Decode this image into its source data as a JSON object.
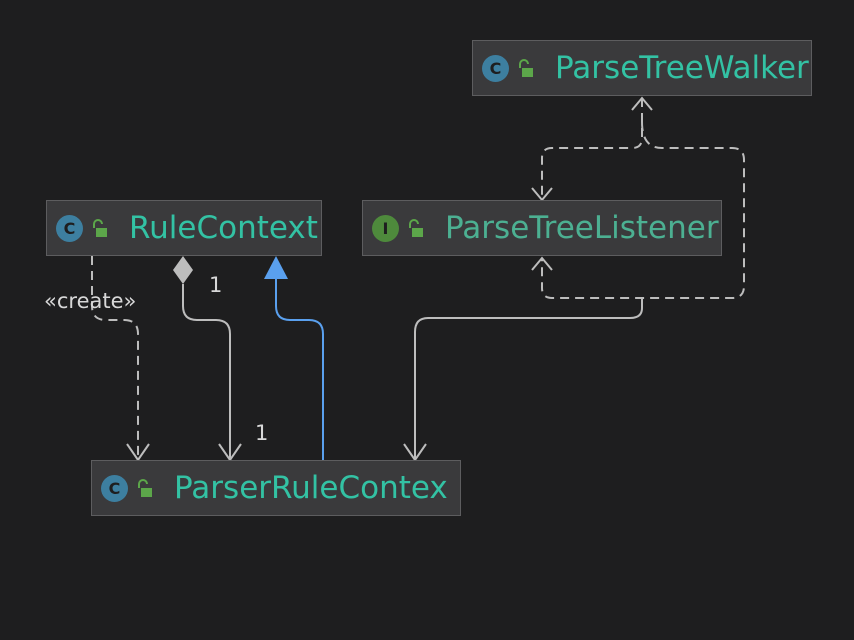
{
  "nodes": {
    "parse_tree_walker": {
      "kind": "C",
      "name": "ParseTreeWalker"
    },
    "rule_context": {
      "kind": "C",
      "name": "RuleContext"
    },
    "parse_tree_listener": {
      "kind": "I",
      "name": "ParseTreeListener"
    },
    "parser_rule_context": {
      "kind": "C",
      "name": "ParserRuleContex"
    }
  },
  "edges": {
    "create_label": "«create»",
    "multiplicity_source": "1",
    "multiplicity_target": "1"
  },
  "colors": {
    "background": "#1e1e1f",
    "node_fill": "#3a3a3c",
    "class_name": "#33c2a4",
    "interface_name": "#4cb092",
    "class_icon": "#3d7fa0",
    "interface_icon": "#4e8a3c",
    "edge_gray": "#bdbdbd",
    "inheritance_blue": "#5aa0ee"
  }
}
